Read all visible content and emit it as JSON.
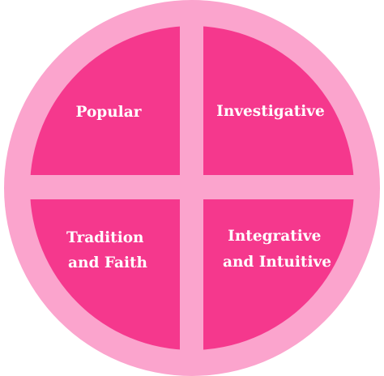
{
  "diagram": {
    "quadrants": [
      {
        "id": "top-left",
        "lines": [
          "Popular"
        ]
      },
      {
        "id": "top-right",
        "lines": [
          "Investigative"
        ]
      },
      {
        "id": "bottom-left",
        "lines": [
          "Tradition",
          "and Faith"
        ]
      },
      {
        "id": "bottom-right",
        "lines": [
          "Integrative",
          "and Intuitive"
        ]
      }
    ],
    "colors": {
      "outer_ring": "#fba4cd",
      "quadrant_fill": "#f5388d",
      "label_text": "#ffffff"
    }
  }
}
